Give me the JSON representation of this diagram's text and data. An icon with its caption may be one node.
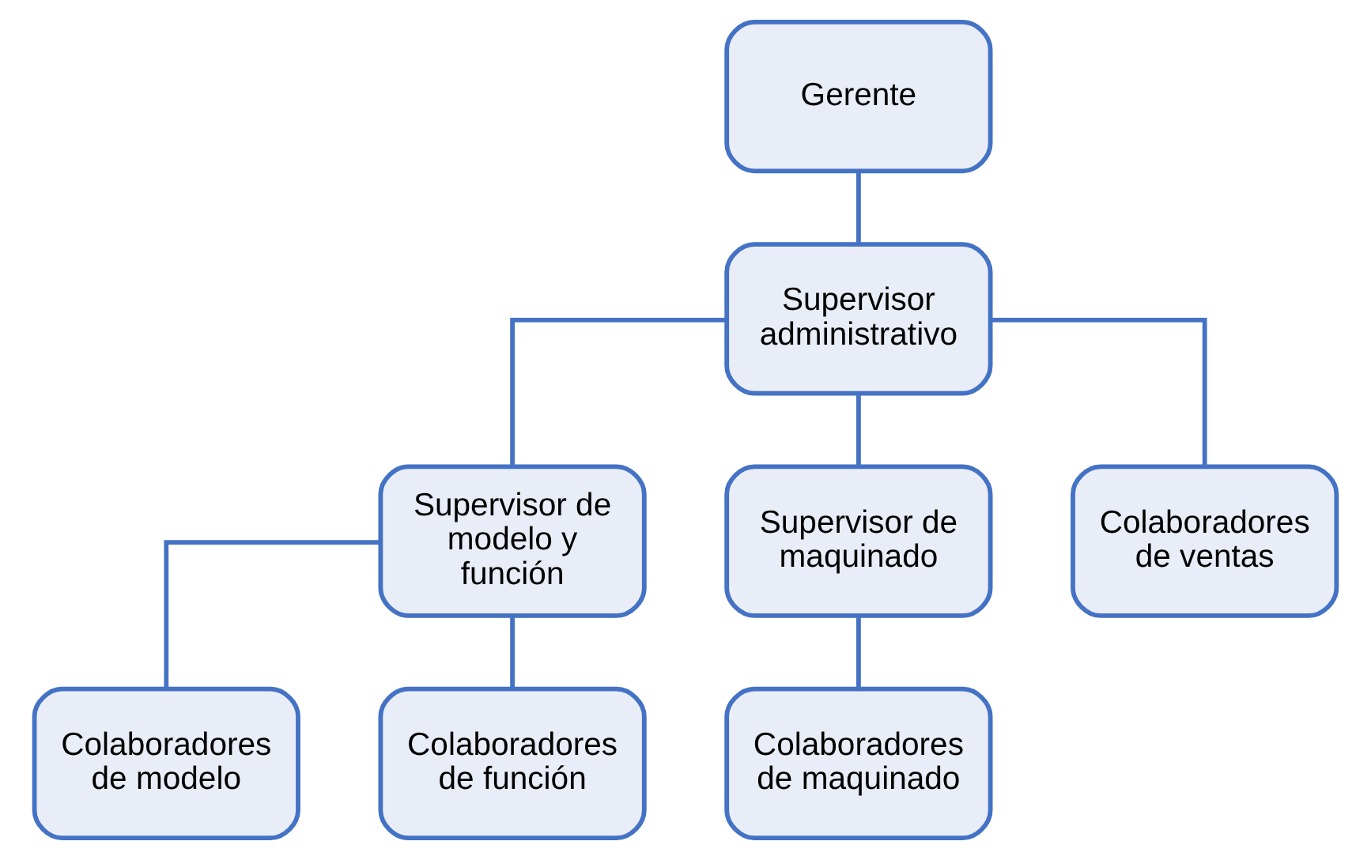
{
  "diagram": {
    "nodes": [
      {
        "text": [
          "Gerente"
        ]
      },
      {
        "text": [
          "Supervisor administrativo"
        ]
      },
      {
        "text": [
          "Supervisor de modelo y función"
        ]
      },
      {
        "text": [
          "Supervisor de maquinado"
        ]
      },
      {
        "text": [
          "Colaboradores de ventas"
        ]
      },
      {
        "text": [
          "Colaboradores de modelo"
        ]
      },
      {
        "text": [
          "Colaboradores de función"
        ]
      },
      {
        "text": [
          "Colaboradores de maquinado"
        ]
      }
    ],
    "edges": [
      {
        "from": 0,
        "to": 1,
        "arrow": "none"
      },
      {
        "from": 1,
        "to": 4,
        "arrow": "none"
      },
      {
        "from": 1,
        "to": 2,
        "arrow": "none"
      },
      {
        "from": 1,
        "to": 3,
        "arrow": "none"
      },
      {
        "from": 2,
        "to": 5,
        "arrow": "none"
      },
      {
        "from": 2,
        "to": 6,
        "arrow": "none"
      },
      {
        "from": 3,
        "to": 7,
        "arrow": "none"
      }
    ]
  }
}
